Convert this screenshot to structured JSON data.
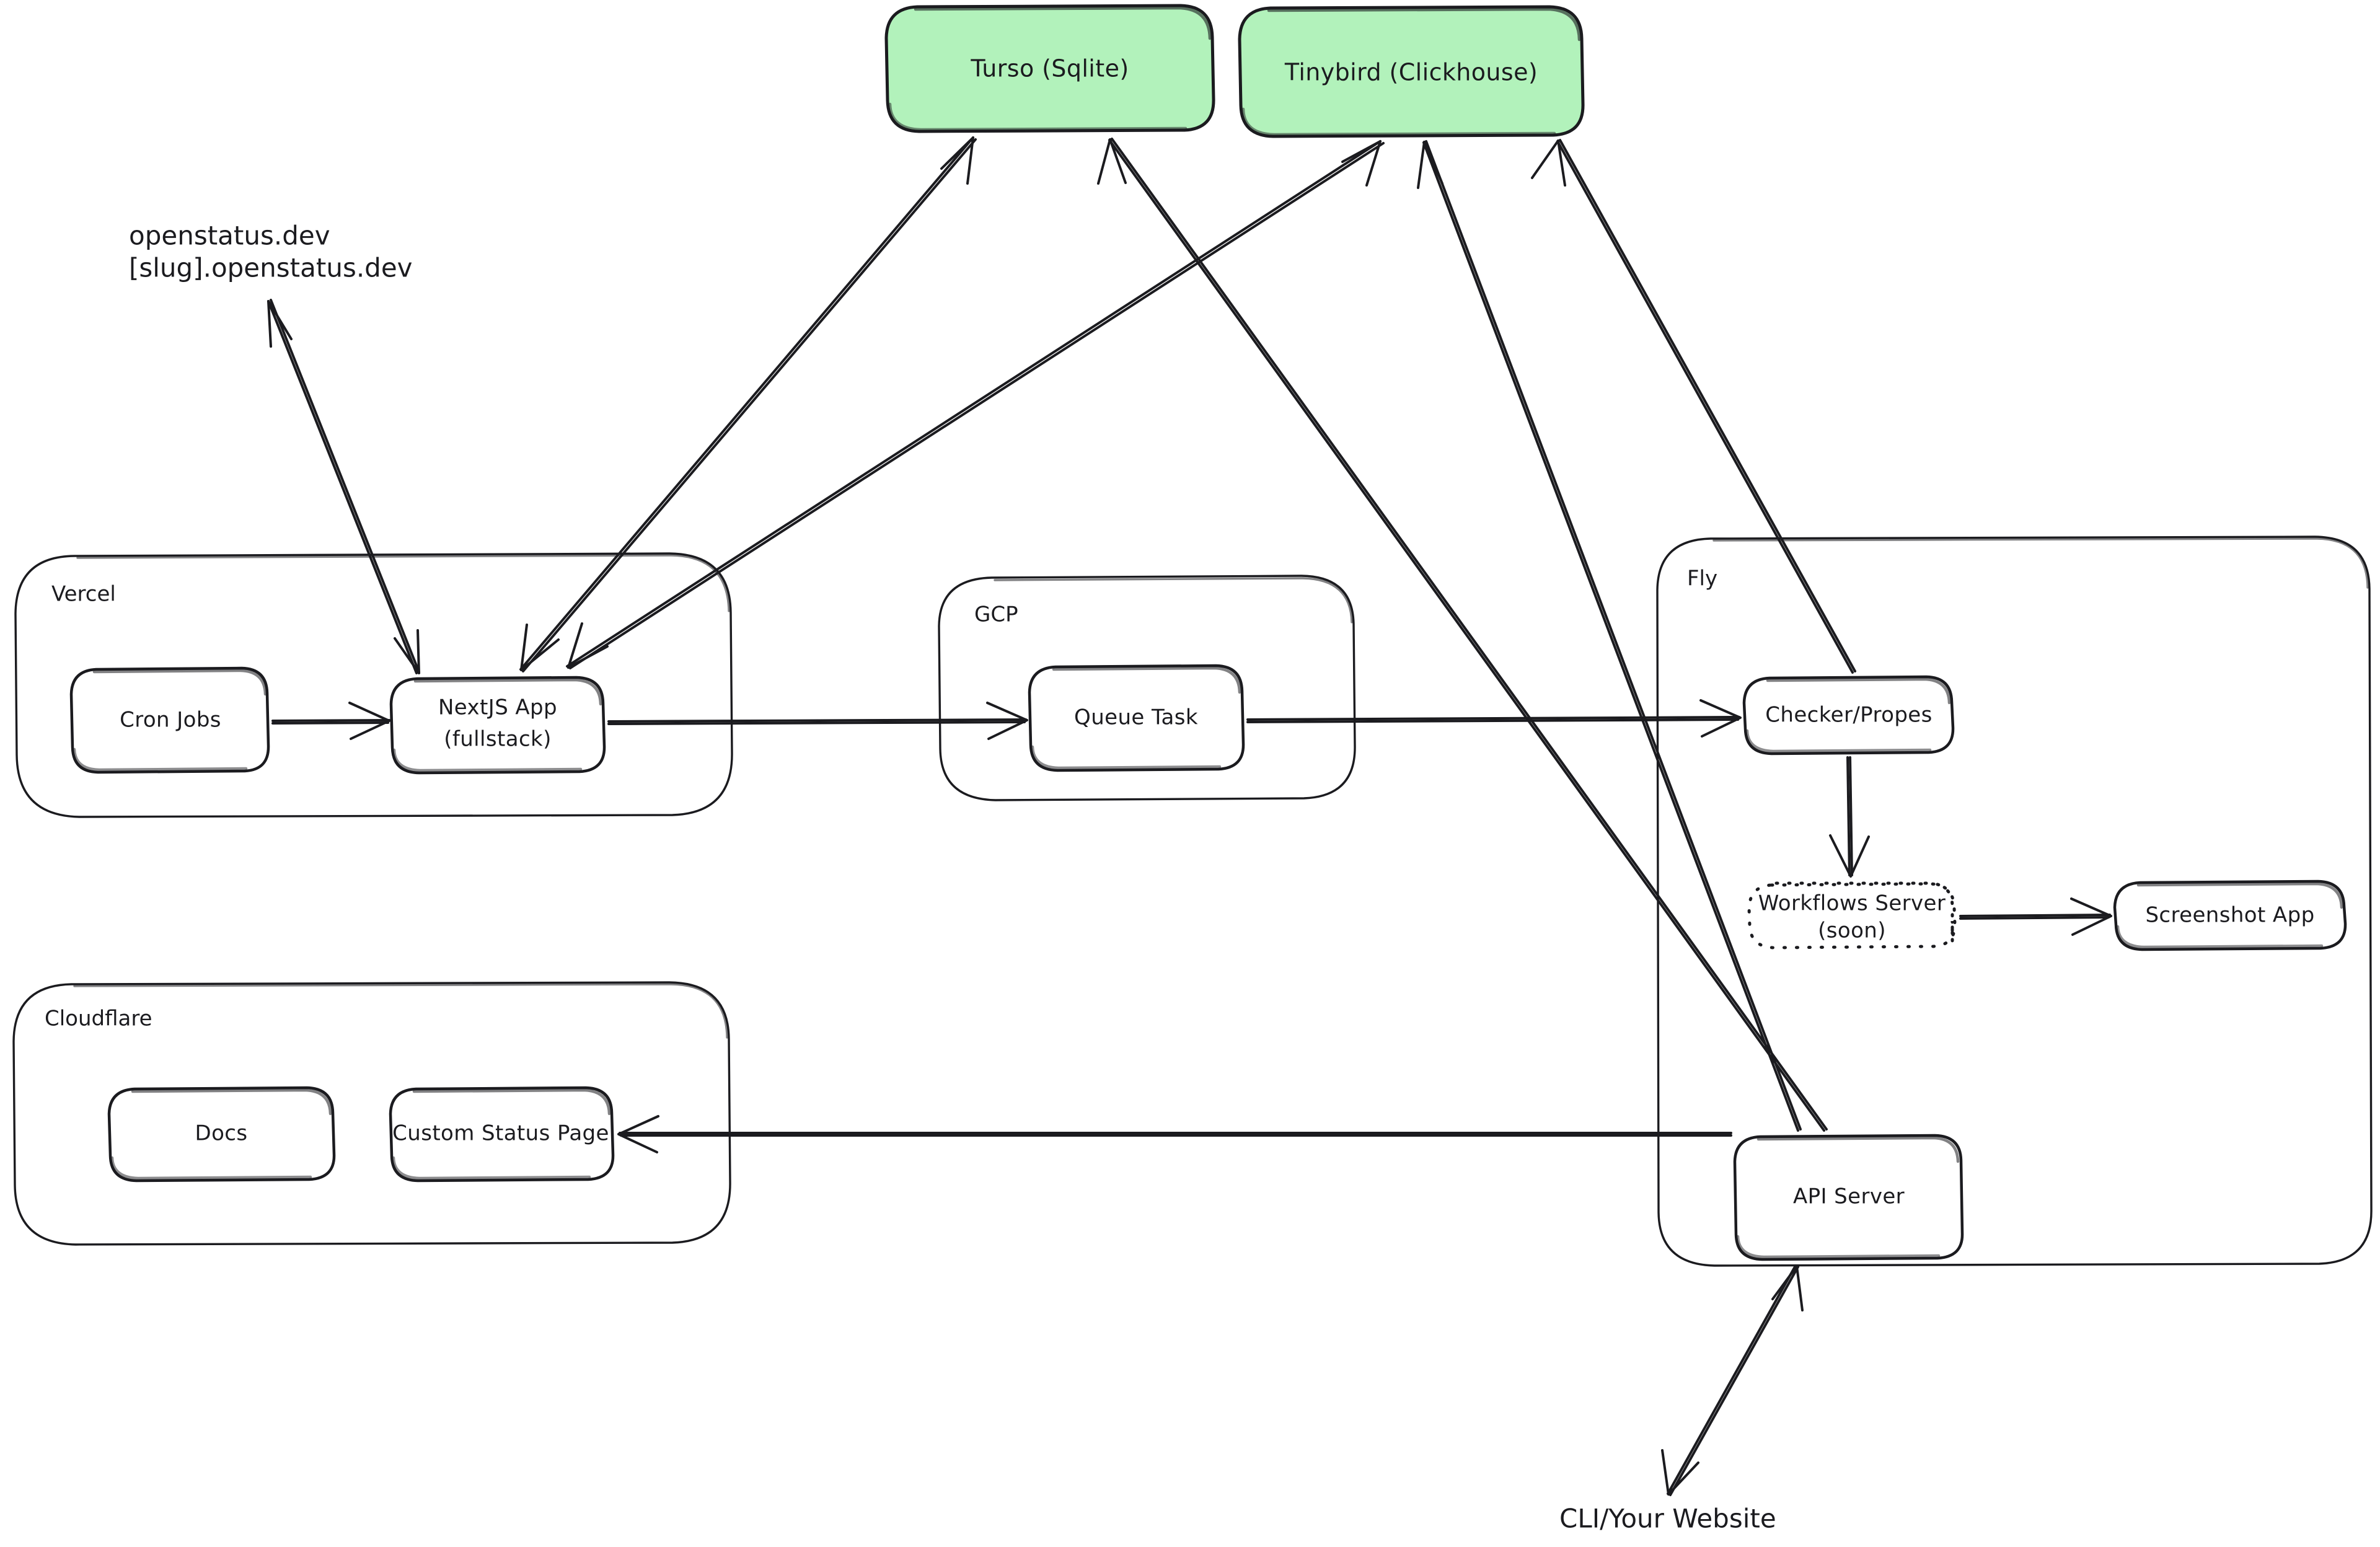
{
  "diagram": {
    "title": "OpenStatus architecture diagram",
    "background": "#ffffff",
    "stroke_color": "#1b1b1f",
    "db_fill_color": "#b2f2bb"
  },
  "free_labels": [
    {
      "id": "domains",
      "line1": "openstatus.dev",
      "line2": "[slug].openstatus.dev"
    },
    {
      "id": "client",
      "line1": "CLI/Your Website"
    }
  ],
  "databases": [
    {
      "id": "turso",
      "label": "Turso (Sqlite)",
      "fill": "#b2f2bb"
    },
    {
      "id": "tinybird",
      "label": "Tinybird (Clickhouse)",
      "fill": "#b2f2bb"
    }
  ],
  "groups": [
    {
      "id": "vercel",
      "label": "Vercel"
    },
    {
      "id": "gcp",
      "label": "GCP"
    },
    {
      "id": "fly",
      "label": "Fly"
    },
    {
      "id": "cloudflare",
      "label": "Cloudflare"
    }
  ],
  "nodes": [
    {
      "id": "cron-jobs",
      "label": "Cron Jobs",
      "group": "vercel",
      "style": "solid"
    },
    {
      "id": "nextjs-app",
      "label_line1": "NextJS App",
      "label_line2": "(fullstack)",
      "group": "vercel",
      "style": "solid"
    },
    {
      "id": "queue-task",
      "label": "Queue Task",
      "group": "gcp",
      "style": "solid"
    },
    {
      "id": "checker-probes",
      "label": "Checker/Propes",
      "group": "fly",
      "style": "solid"
    },
    {
      "id": "workflows-server",
      "label_line1": "Workflows Server",
      "label_line2": "(soon)",
      "group": "fly",
      "style": "dotted"
    },
    {
      "id": "screenshot-app",
      "label": "Screenshot App",
      "group": "fly",
      "style": "solid"
    },
    {
      "id": "api-server",
      "label": "API Server",
      "group": "fly",
      "style": "solid"
    },
    {
      "id": "docs",
      "label": "Docs",
      "group": "cloudflare",
      "style": "solid"
    },
    {
      "id": "custom-status-page",
      "label": "Custom Status Page",
      "group": "cloudflare",
      "style": "solid"
    }
  ],
  "edges": [
    {
      "id": "cron-to-nextjs",
      "from": "cron-jobs",
      "to": "nextjs-app",
      "direction": "one-way"
    },
    {
      "id": "domains-to-nextjs",
      "from": "domains",
      "to": "nextjs-app",
      "direction": "two-way"
    },
    {
      "id": "nextjs-to-turso",
      "from": "nextjs-app",
      "to": "turso",
      "direction": "two-way"
    },
    {
      "id": "nextjs-to-tinybird",
      "from": "nextjs-app",
      "to": "tinybird",
      "direction": "two-way"
    },
    {
      "id": "nextjs-to-queue",
      "from": "nextjs-app",
      "to": "queue-task",
      "direction": "one-way"
    },
    {
      "id": "queue-to-checker",
      "from": "queue-task",
      "to": "checker-probes",
      "direction": "one-way"
    },
    {
      "id": "checker-to-tinybird",
      "from": "checker-probes",
      "to": "tinybird",
      "direction": "one-way"
    },
    {
      "id": "checker-to-workflows",
      "from": "checker-probes",
      "to": "workflows-server",
      "direction": "one-way"
    },
    {
      "id": "workflows-to-screenshot",
      "from": "workflows-server",
      "to": "screenshot-app",
      "direction": "one-way"
    },
    {
      "id": "api-to-turso",
      "from": "api-server",
      "to": "turso",
      "direction": "one-way"
    },
    {
      "id": "api-to-tinybird",
      "from": "api-server",
      "to": "tinybird",
      "direction": "one-way"
    },
    {
      "id": "api-to-status-page",
      "from": "api-server",
      "to": "custom-status-page",
      "direction": "one-way"
    },
    {
      "id": "client-to-api",
      "from": "client",
      "to": "api-server",
      "direction": "two-way"
    }
  ]
}
